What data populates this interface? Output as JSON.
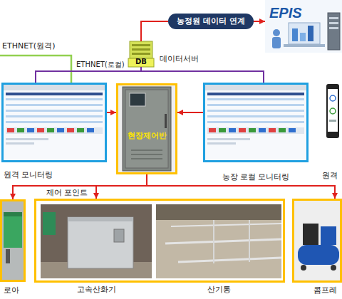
{
  "diagram": {
    "nodes": [
      {
        "text": [
          "농정원 데이터 연계"
        ]
      },
      {
        "text": [
          "EPIS"
        ]
      },
      {
        "text": [
          "DB",
          "데이터서버"
        ]
      },
      {
        "text": [
          "원격 모니터링"
        ]
      },
      {
        "text": [
          "현장제어반"
        ]
      },
      {
        "text": [
          "농장 로컬 모니터링"
        ]
      },
      {
        "text": [
          "원격"
        ]
      },
      {
        "text": [
          "로아"
        ]
      },
      {
        "text": []
      },
      {
        "text": [
          "고속산화기"
        ],
        "in": 8
      },
      {
        "text": [
          "산기통"
        ],
        "in": 8
      },
      {
        "text": [
          "콤프레"
        ]
      }
    ],
    "edges": [
      {
        "from": 2,
        "to": 0,
        "arrow": "none"
      },
      {
        "from": 0,
        "to": 1,
        "arrow": "to"
      },
      {
        "from": 2,
        "to": 3,
        "arrow": "none",
        "label": "ETHNET(로컬)"
      },
      {
        "from": 2,
        "to": 5,
        "arrow": "none"
      },
      {
        "from": 3,
        "to": 4,
        "arrow": "to"
      },
      {
        "from": 5,
        "to": 4,
        "arrow": "to"
      },
      {
        "from": 4,
        "to": 7,
        "arrow": "to",
        "label": "제어 포인트"
      },
      {
        "from": 4,
        "to": 8,
        "arrow": "to"
      },
      {
        "from": 4,
        "to": 11,
        "arrow": "to"
      }
    ],
    "labels": [
      "ETHNET(원격)"
    ]
  }
}
